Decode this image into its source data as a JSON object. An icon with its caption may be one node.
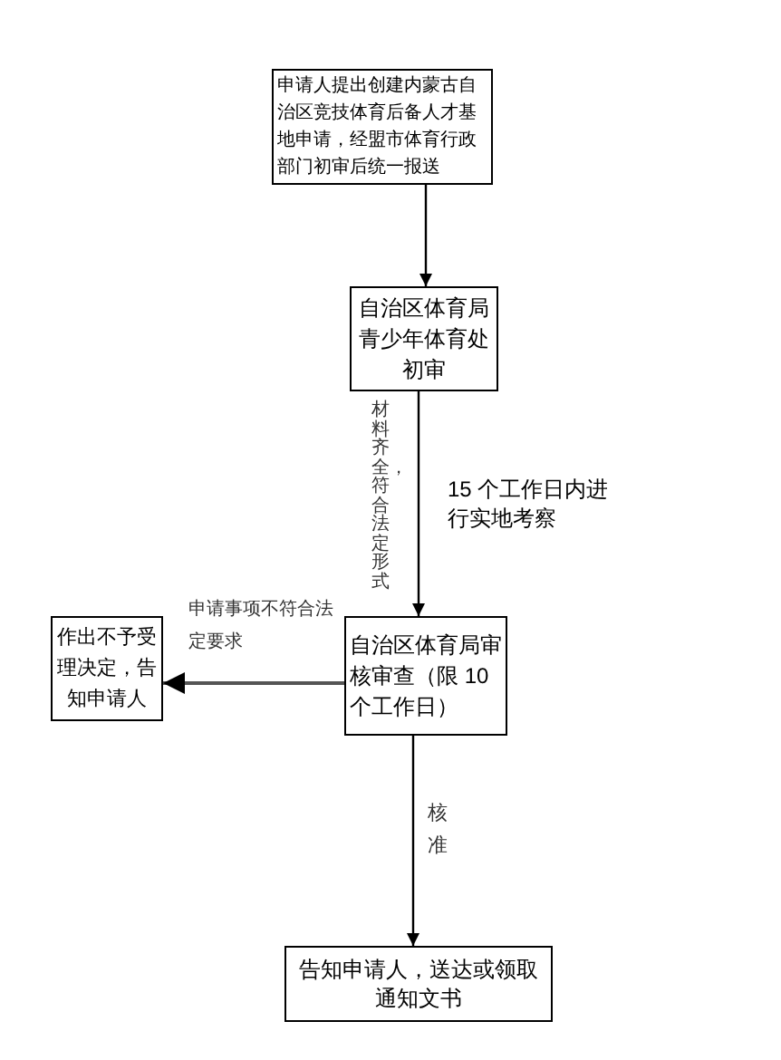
{
  "diagram": {
    "nodes": [
      {
        "text": [
          "申请人提出创建内蒙古自治区竞技体育后备人才基地申请，经盟市体育行政部门初审后统一报送"
        ]
      },
      {
        "text": [
          "自治区体育局青少年体育处初审"
        ]
      },
      {
        "text": [
          "自治区体育局审核审查（限 10 个工作日）"
        ]
      },
      {
        "text": [
          "作出不予受理决定，告知申请人"
        ]
      },
      {
        "text": [
          "告知申请人，送达或领取通知文书"
        ]
      }
    ],
    "edges": [
      {
        "from": 0,
        "to": 1,
        "arrow": "to"
      },
      {
        "from": 1,
        "to": 2,
        "arrow": "to",
        "label": "材料齐全，符合法定形式"
      },
      {
        "from": 2,
        "to": 3,
        "arrow": "to",
        "label": "申请事项不符合法定要求"
      },
      {
        "from": 2,
        "to": 4,
        "arrow": "to",
        "label": "核准"
      }
    ],
    "labels": [
      "15 个工作日内进行实地考察"
    ]
  }
}
